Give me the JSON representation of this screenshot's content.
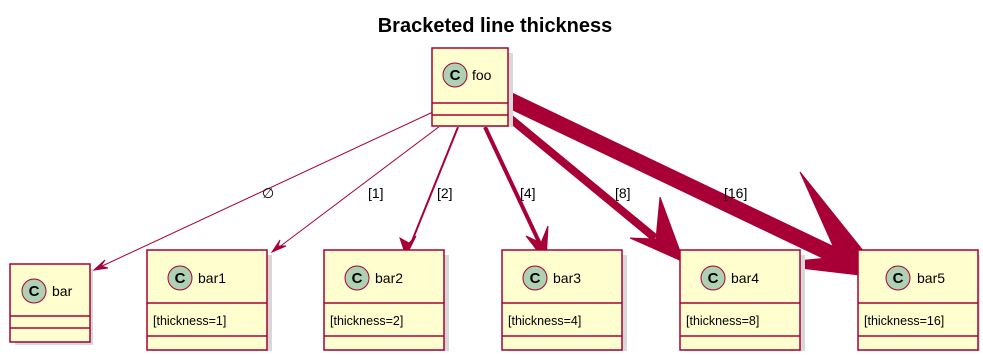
{
  "title": "Bracketed line thickness",
  "classes": {
    "foo": {
      "name": "foo",
      "stereotype_letter": "C",
      "field": ""
    },
    "bar": {
      "name": "bar",
      "stereotype_letter": "C",
      "field": ""
    },
    "bar1": {
      "name": "bar1",
      "stereotype_letter": "C",
      "field": "[thickness=1]"
    },
    "bar2": {
      "name": "bar2",
      "stereotype_letter": "C",
      "field": "[thickness=2]"
    },
    "bar3": {
      "name": "bar3",
      "stereotype_letter": "C",
      "field": "[thickness=4]"
    },
    "bar4": {
      "name": "bar4",
      "stereotype_letter": "C",
      "field": "[thickness=8]"
    },
    "bar5": {
      "name": "bar5",
      "stereotype_letter": "C",
      "field": "[thickness=16]"
    }
  },
  "edges": [
    {
      "from": "foo",
      "to": "bar",
      "label": "∅",
      "thickness": 1
    },
    {
      "from": "foo",
      "to": "bar1",
      "label": "[1]",
      "thickness": 1
    },
    {
      "from": "foo",
      "to": "bar2",
      "label": "[2]",
      "thickness": 2
    },
    {
      "from": "foo",
      "to": "bar3",
      "label": "[4]",
      "thickness": 4
    },
    {
      "from": "foo",
      "to": "bar4",
      "label": "[8]",
      "thickness": 8
    },
    {
      "from": "foo",
      "to": "bar5",
      "label": "[16]",
      "thickness": 16
    }
  ],
  "colors": {
    "border": "#A80036",
    "class_fill": "#FEFECE",
    "circle_fill": "#ADD1B2"
  }
}
